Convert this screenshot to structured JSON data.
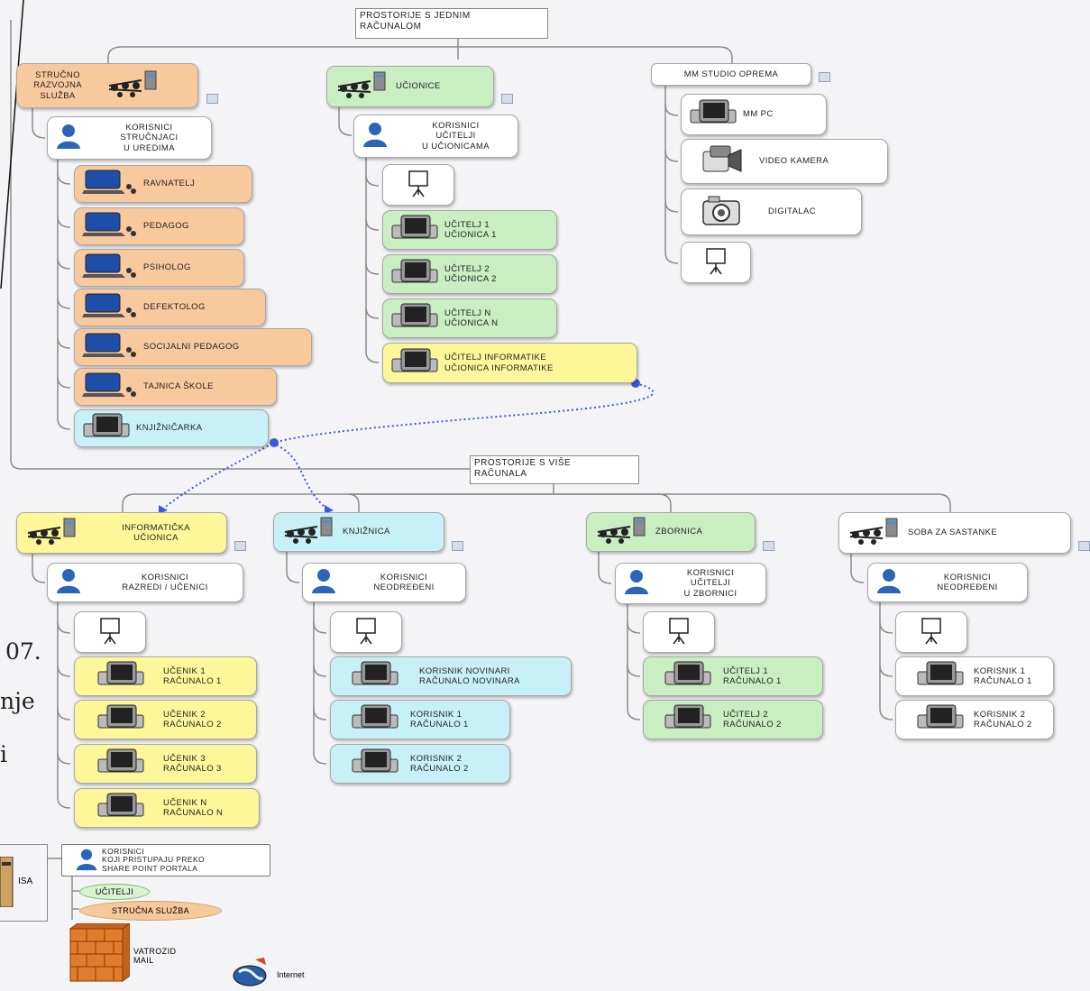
{
  "colors": {
    "orange": "#f9c99e",
    "green": "#c8eec2",
    "blue": "#c8f1f7",
    "yellow": "#fdf79a",
    "white": "#ffffff",
    "connector": "#3b5bdb"
  },
  "top": {
    "title": "PROSTORIJE S JEDNIM\nRAČUNALOM",
    "groups": [
      {
        "label": "STRUČNO\nRAZVOJNA\nSLUŽBA",
        "color": "orange",
        "icon": "network-icon",
        "users": "KORISNICI\nSTRUČNJACI\nU UREDIMA",
        "items": [
          {
            "label": "RAVNATELJ",
            "icon": "laptop-icon",
            "color": "orange"
          },
          {
            "label": "PEDAGOG",
            "icon": "laptop-icon",
            "color": "orange"
          },
          {
            "label": "PSIHOLOG",
            "icon": "laptop-icon",
            "color": "orange"
          },
          {
            "label": "DEFEKTOLOG",
            "icon": "laptop-icon",
            "color": "orange"
          },
          {
            "label": "SOCIJALNI PEDAGOG",
            "icon": "laptop-icon",
            "color": "orange"
          },
          {
            "label": "TAJNICA ŠKOLE",
            "icon": "laptop-icon",
            "color": "orange"
          },
          {
            "label": "KNJIŽNIČARKA",
            "icon": "computer-icon",
            "color": "blue"
          }
        ]
      },
      {
        "label": "UČIONICE",
        "color": "green",
        "icon": "network-icon",
        "users": "KORISNICI\nUČITELJI\nU UČIONICAMA",
        "items": [
          {
            "label": "",
            "icon": "projector-screen-icon",
            "color": "white"
          },
          {
            "label": "UČITELJ 1\nUČIONICA 1",
            "icon": "computer-icon",
            "color": "green"
          },
          {
            "label": "UČITELJ 2\nUČIONICA 2",
            "icon": "computer-icon",
            "color": "green"
          },
          {
            "label": "UČITELJ N\nUČIONICA N",
            "icon": "computer-icon",
            "color": "green"
          },
          {
            "label": "UČITELJ INFORMATIKE\nUČIONICA INFORMATIKE",
            "icon": "computer-icon",
            "color": "yellow"
          }
        ]
      },
      {
        "label": "MM STUDIO OPREMA",
        "color": "white",
        "items": [
          {
            "label": "MM PC",
            "icon": "computer-icon",
            "color": "white"
          },
          {
            "label": "VIDEO KAMERA",
            "icon": "video-camera-icon",
            "color": "white"
          },
          {
            "label": "DIGITALAC",
            "icon": "digital-camera-icon",
            "color": "white"
          },
          {
            "label": "",
            "icon": "projector-screen-icon",
            "color": "white"
          }
        ]
      }
    ]
  },
  "bottom": {
    "title": "PROSTORIJE S VIŠE\nRAČUNALA",
    "groups": [
      {
        "label": "INFORMATIČKA\nUČIONICA",
        "color": "yellow",
        "icon": "network-icon",
        "users": "KORISNICI\nRAZREDI / UČENICI",
        "items": [
          {
            "label": "",
            "icon": "projector-screen-icon",
            "color": "white"
          },
          {
            "label": "UČENIK 1\nRAČUNALO 1",
            "icon": "computer-icon",
            "color": "yellow"
          },
          {
            "label": "UČENIK 2\nRAČUNALO 2",
            "icon": "computer-icon",
            "color": "yellow"
          },
          {
            "label": "UČENIK 3\nRAČUNALO 3",
            "icon": "computer-icon",
            "color": "yellow"
          },
          {
            "label": "UČENIK N\nRAČUNALO N",
            "icon": "computer-icon",
            "color": "yellow"
          }
        ]
      },
      {
        "label": "KNJIŽNICA",
        "color": "blue",
        "icon": "network-icon",
        "users": "KORISNICI\nNEODREĐENI",
        "items": [
          {
            "label": "",
            "icon": "projector-screen-icon",
            "color": "white"
          },
          {
            "label": "KORISNIK NOVINARI\nRAČUNALO NOVINARA",
            "icon": "computer-icon",
            "color": "blue"
          },
          {
            "label": "KORISNIK 1\nRAČUNALO 1",
            "icon": "computer-icon",
            "color": "blue"
          },
          {
            "label": "KORISNIK 2\nRAČUNALO 2",
            "icon": "computer-icon",
            "color": "blue"
          }
        ]
      },
      {
        "label": "ZBORNICA",
        "color": "green",
        "icon": "network-icon",
        "users": "KORISNICI\nUČITELJI\nU ZBORNICI",
        "items": [
          {
            "label": "",
            "icon": "projector-screen-icon",
            "color": "white"
          },
          {
            "label": "UČITELJ 1\nRAČUNALO 1",
            "icon": "computer-icon",
            "color": "green"
          },
          {
            "label": "UČITELJ 2\nRAČUNALO 2",
            "icon": "computer-icon",
            "color": "green"
          }
        ]
      },
      {
        "label": "SOBA ZA SASTANKE",
        "color": "white",
        "icon": "network-icon",
        "users": "KORISNICI\nNEODREĐENI",
        "items": [
          {
            "label": "",
            "icon": "projector-screen-icon",
            "color": "white"
          },
          {
            "label": "KORISNIK 1\nRAČUNALO 1",
            "icon": "computer-icon",
            "color": "white"
          },
          {
            "label": "KORISNIK 2\nRAČUNALO 2",
            "icon": "computer-icon",
            "color": "white"
          }
        ]
      }
    ]
  },
  "sharepoint": {
    "users": "KORISNICI\nKOJI PRISTUPAJU PREKO\nSHARE POINT PORTALA",
    "tags": [
      "UČITELJI",
      "STRUČNA SLUŽBA"
    ],
    "firewall": "VATROZID\nMAIL",
    "internet": "Internet",
    "isa": "ISA"
  },
  "cutoff_text": [
    "07.",
    "nje",
    "i"
  ]
}
